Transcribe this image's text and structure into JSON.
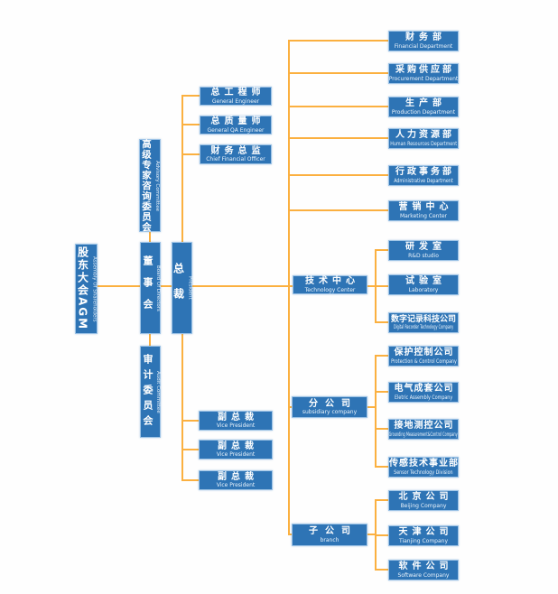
{
  "colors": {
    "box_fill": "#2E74B5",
    "box_border": "#9DC3E6",
    "connector_line": "#FBB040",
    "text": "#FFFFFF"
  },
  "org": {
    "agm": {
      "zh": "股东大会AGM",
      "en": "Assembly Of Shareholders"
    },
    "advisory": {
      "zh": "高级专家咨询委员会",
      "en": "Advisory Committee"
    },
    "board": {
      "zh": "董事会",
      "en": "Board Of Directors"
    },
    "audit": {
      "zh": "审计委员会",
      "en": "Audit Committee"
    },
    "president": {
      "zh": "总裁",
      "en": "President"
    },
    "staff": [
      {
        "zh": "总工程师",
        "en": "General Engineer"
      },
      {
        "zh": "总质量师",
        "en": "General QA Engineer"
      },
      {
        "zh": "财务总监",
        "en": "Chief Financial Officer"
      }
    ],
    "vps": [
      {
        "zh": "副总裁",
        "en": "Vice President"
      },
      {
        "zh": "副总裁",
        "en": "Vice President"
      },
      {
        "zh": "副总裁",
        "en": "Vice President"
      }
    ],
    "centers": [
      {
        "zh": "技术中心",
        "en": "Technology Center"
      },
      {
        "zh": "分公司",
        "en": "subsidiary company"
      },
      {
        "zh": "子公司",
        "en": "branch"
      }
    ],
    "departments": [
      {
        "zh": "财务部",
        "en": "Financial Department"
      },
      {
        "zh": "采购供应部",
        "en": "Procurement Department"
      },
      {
        "zh": "生产部",
        "en": "Production Department"
      },
      {
        "zh": "人力资源部",
        "en": "Human Resources Department"
      },
      {
        "zh": "行政事务部",
        "en": "Administrative Department"
      },
      {
        "zh": "营销中心",
        "en": "Marketing Center"
      },
      {
        "zh": "研发室",
        "en": "R&D studio"
      },
      {
        "zh": "试验室",
        "en": "Laboratory"
      },
      {
        "zh": "数字记录科技公司",
        "en": "Digital Recorder Technology Company"
      },
      {
        "zh": "保护控制公司",
        "en": "Protection & Control Company"
      },
      {
        "zh": "电气成套公司",
        "en": "Eletric Assembly Company"
      },
      {
        "zh": "接地测控公司",
        "en": "Grounding Measurement&Control Company"
      },
      {
        "zh": "传感技术事业部",
        "en": "Sensor Technology Division"
      },
      {
        "zh": "北京公司",
        "en": "Beijing Company"
      },
      {
        "zh": "天津公司",
        "en": "Tianjing Company"
      },
      {
        "zh": "软件公司",
        "en": "Software Company"
      }
    ]
  }
}
